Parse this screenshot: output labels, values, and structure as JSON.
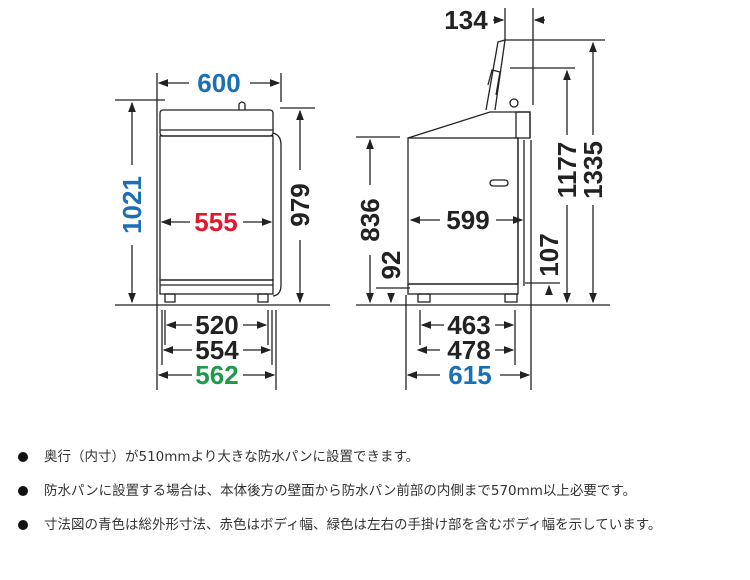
{
  "colors": {
    "blue": "#1a6fb6",
    "red": "#e0182d",
    "green": "#1f9a4a",
    "black": "#222222"
  },
  "front_view": {
    "width_total": "600",
    "height_total": "1021",
    "body_width": "555",
    "body_height": "979",
    "leg_span": "520",
    "base_width": "554",
    "width_with_handles": "562"
  },
  "side_view": {
    "lid_offset": "134",
    "height_lid_open_1": "1177",
    "height_lid_open_2": "1335",
    "body_height": "836",
    "depth": "599",
    "foot_height_front": "92",
    "foot_height_rear": "107",
    "leg_span": "463",
    "base_depth": "478",
    "depth_total": "615"
  },
  "notes": [
    {
      "text": "奥行（内寸）が510mmより大きな防水パンに設置できます。"
    },
    {
      "text": "防水パンに設置する場合は、本体後方の壁面から防水パン前部の内側まで570mm以上必要です。"
    },
    {
      "text": "寸法図の青色は総外形寸法、赤色はボディ幅、緑色は左右の手掛け部を含むボディ幅を示しています。"
    }
  ]
}
